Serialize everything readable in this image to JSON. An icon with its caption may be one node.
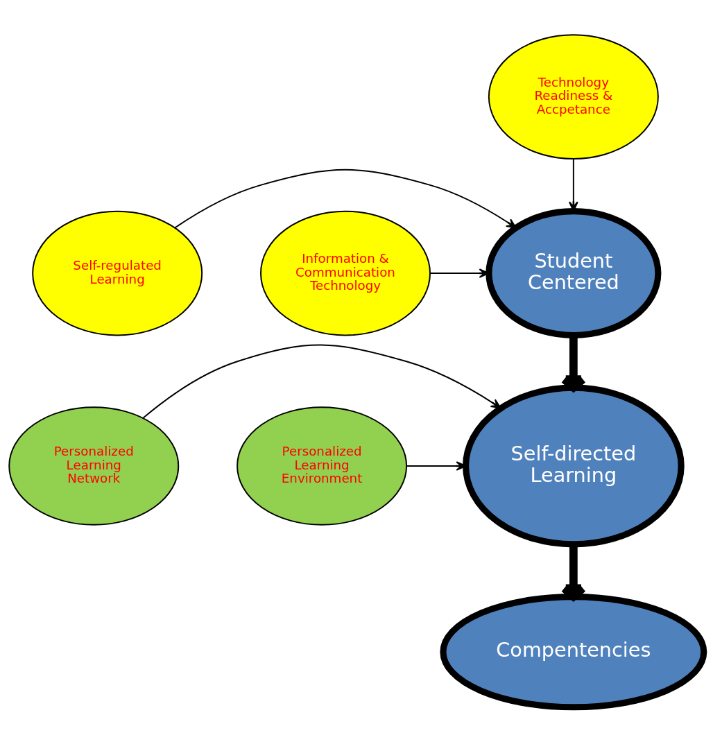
{
  "diagram": {
    "nodes": [
      {
        "text": [
          "Technology Readiness & Accpetance"
        ]
      },
      {
        "text": [
          "Self-regulated Learning"
        ]
      },
      {
        "text": [
          "Student Centered"
        ]
      },
      {
        "text": [
          "Information & Communication Technology"
        ]
      },
      {
        "text": [
          "Personalized Learning Network"
        ]
      },
      {
        "text": [
          "Self-directed Learning"
        ]
      },
      {
        "text": [
          "Personalized Learning Environment"
        ]
      },
      {
        "text": [
          "Compentencies"
        ]
      }
    ],
    "edges": [
      {
        "from": 0,
        "to": 2,
        "arrow": "to"
      },
      {
        "from": 1,
        "to": 2,
        "arrow": "to"
      },
      {
        "from": 3,
        "to": 2,
        "arrow": "to"
      },
      {
        "from": 2,
        "to": 5,
        "arrow": "to",
        "style": "thick"
      },
      {
        "from": 4,
        "to": 5,
        "arrow": "to"
      },
      {
        "from": 6,
        "to": 5,
        "arrow": "to"
      },
      {
        "from": 5,
        "to": 7,
        "arrow": "to",
        "style": "thick"
      }
    ]
  }
}
